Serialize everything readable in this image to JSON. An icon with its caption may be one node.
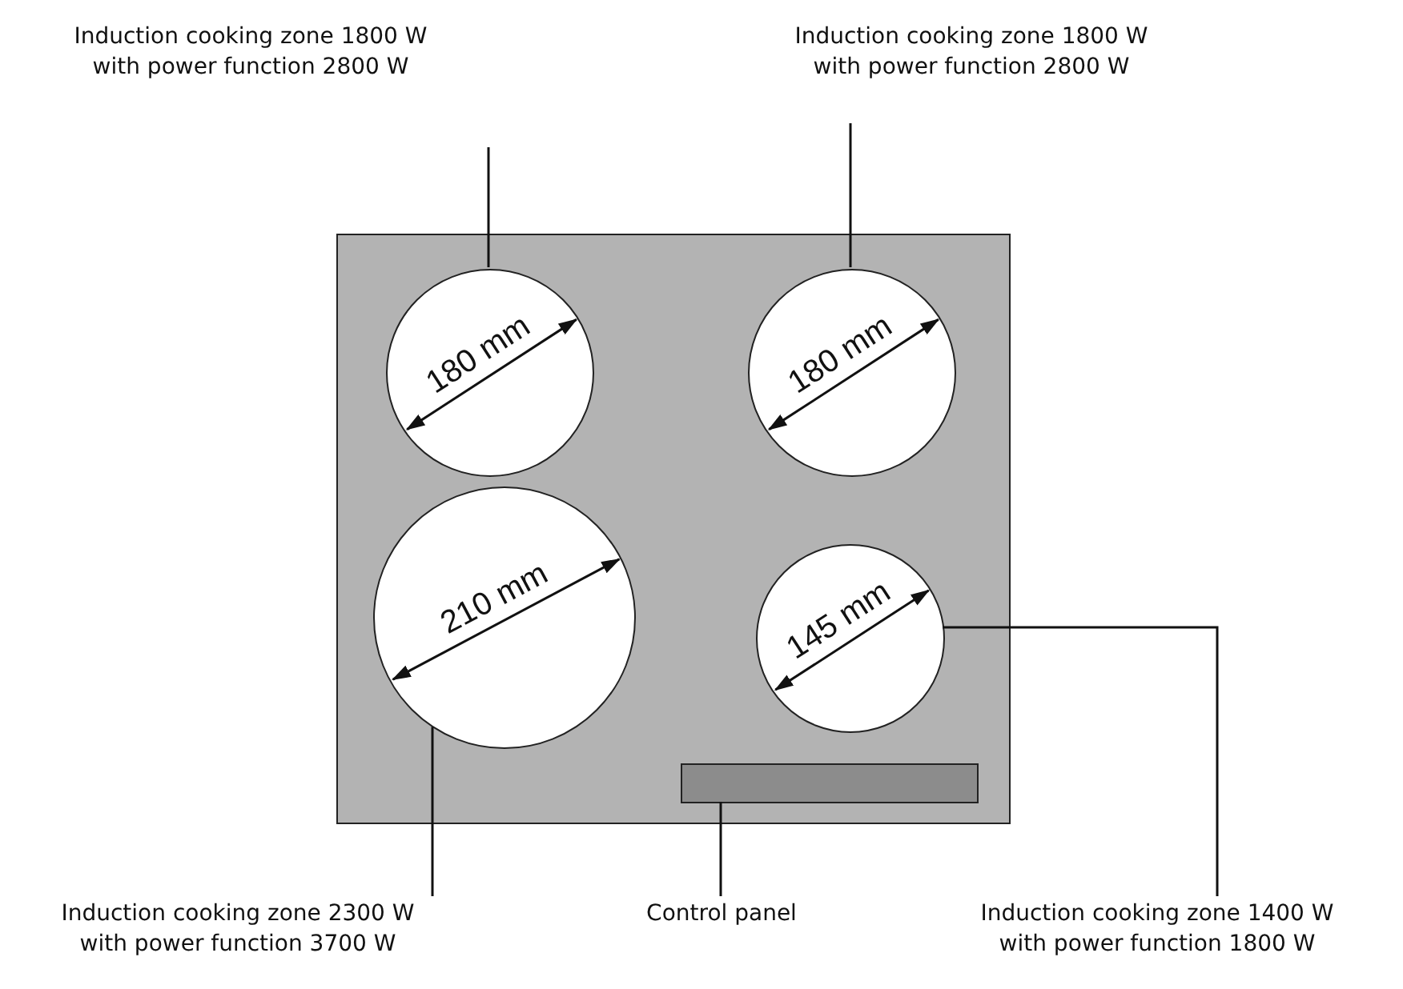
{
  "diagram": {
    "nodes": [
      {
        "text": [],
        "shape": "box"
      },
      {
        "text": [
          "180 mm"
        ],
        "in": 0
      },
      {
        "text": [
          "180 mm"
        ],
        "in": 0
      },
      {
        "text": [
          "210 mm"
        ],
        "in": 0
      },
      {
        "text": [
          "145 mm"
        ],
        "in": 0
      },
      {
        "text": [],
        "shape": "bar",
        "in": 0
      },
      {
        "text": [
          "Induction cooking zone 1800 W with power function 2800 W"
        ]
      },
      {
        "text": [
          "Induction cooking zone 1800 W with power function 2800 W"
        ]
      },
      {
        "text": [
          "Induction cooking zone 2300 W with power function 3700 W"
        ]
      },
      {
        "text": [
          "Control panel"
        ]
      },
      {
        "text": [
          "Induction cooking zone 1400 W with power function 1800 W"
        ]
      }
    ],
    "edges": [
      {
        "from": 6,
        "to": 1,
        "arrow": "none"
      },
      {
        "from": 7,
        "to": 2,
        "arrow": "none"
      },
      {
        "from": 8,
        "to": 3,
        "arrow": "none"
      },
      {
        "from": 9,
        "to": 5,
        "arrow": "none"
      },
      {
        "from": 10,
        "to": 4,
        "arrow": "none"
      }
    ]
  }
}
